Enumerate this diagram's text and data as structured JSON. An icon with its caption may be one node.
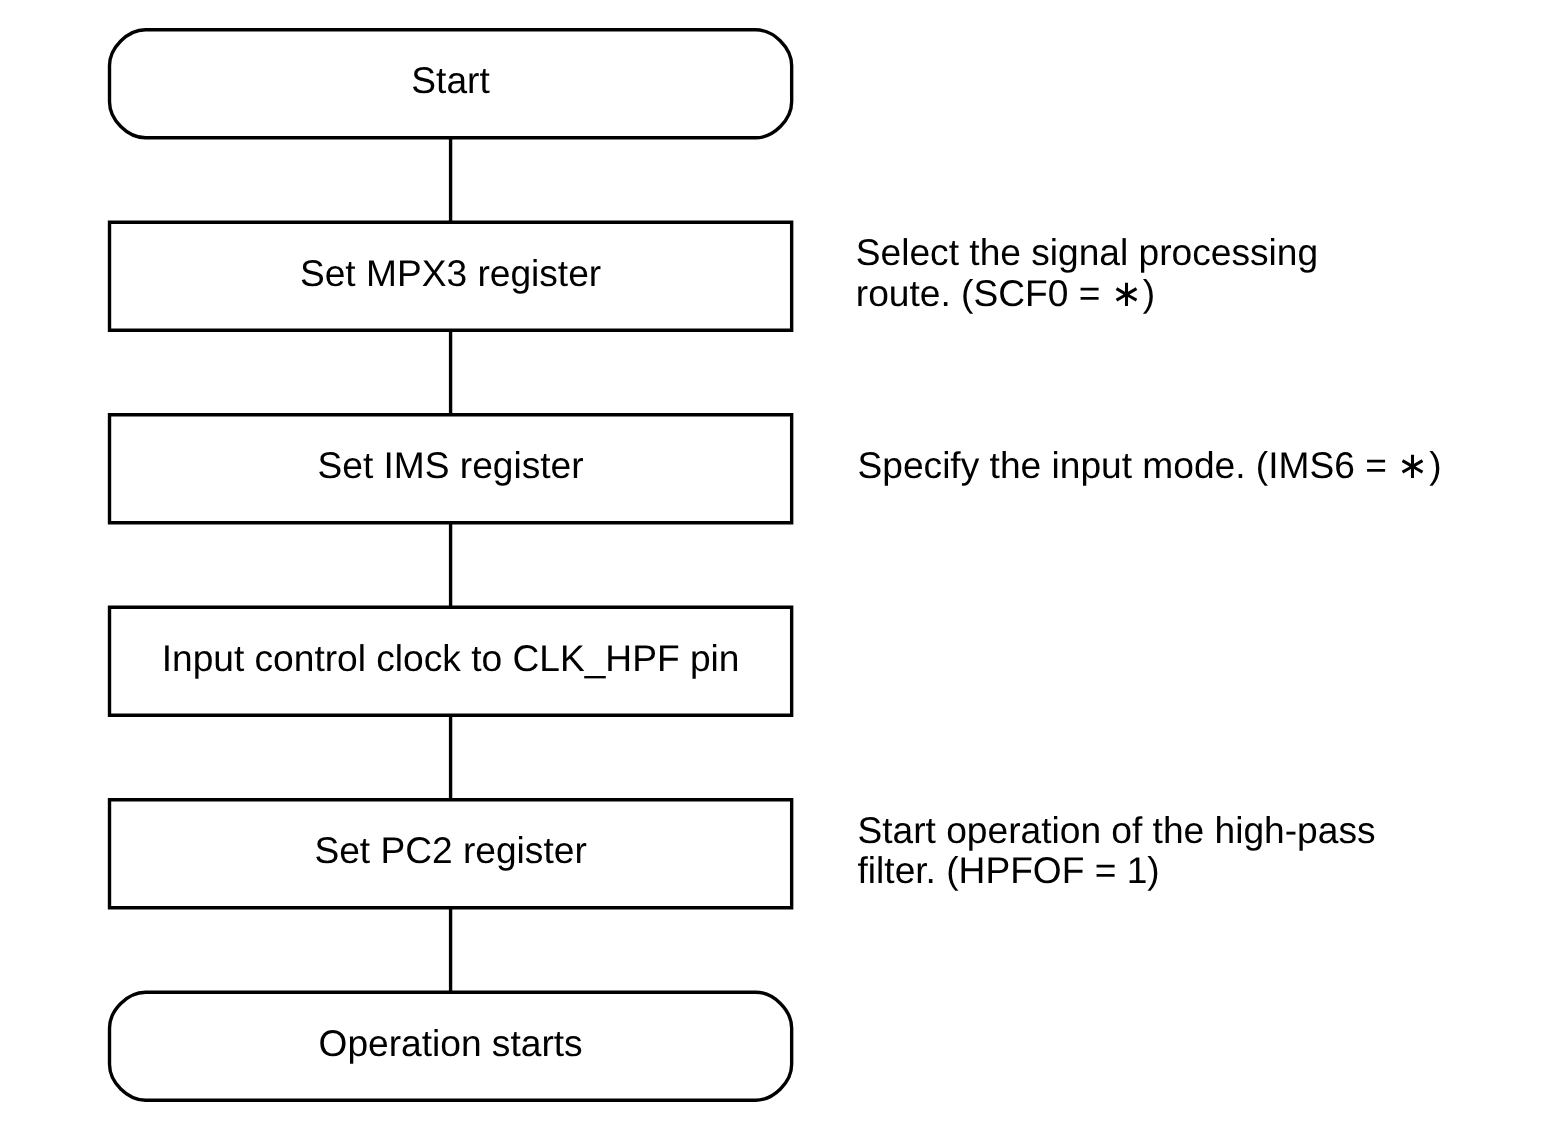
{
  "diagram": {
    "nodes": [
      {
        "text": [
          "Start"
        ]
      },
      {
        "text": [
          "Set MPX3 register"
        ],
        "beside": [
          "Select the signal processing route. (SCF0 = ∗)"
        ]
      },
      {
        "text": [
          "Set IMS register"
        ],
        "beside": [
          "Specify the input mode. (IMS6 = ∗)"
        ]
      },
      {
        "text": [
          "Input control clock to CLK_HPF pin"
        ]
      },
      {
        "text": [
          "Set PC2 register"
        ],
        "beside": [
          "Start operation of the high-pass filter. (HPFOF = 1)"
        ]
      },
      {
        "text": [
          "Operation starts"
        ]
      }
    ],
    "edges": [
      {
        "from": 0,
        "to": 1,
        "arrow": "none"
      },
      {
        "from": 1,
        "to": 2,
        "arrow": "none"
      },
      {
        "from": 2,
        "to": 3,
        "arrow": "none"
      },
      {
        "from": 3,
        "to": 4,
        "arrow": "none"
      },
      {
        "from": 4,
        "to": 5,
        "arrow": "none"
      }
    ]
  }
}
